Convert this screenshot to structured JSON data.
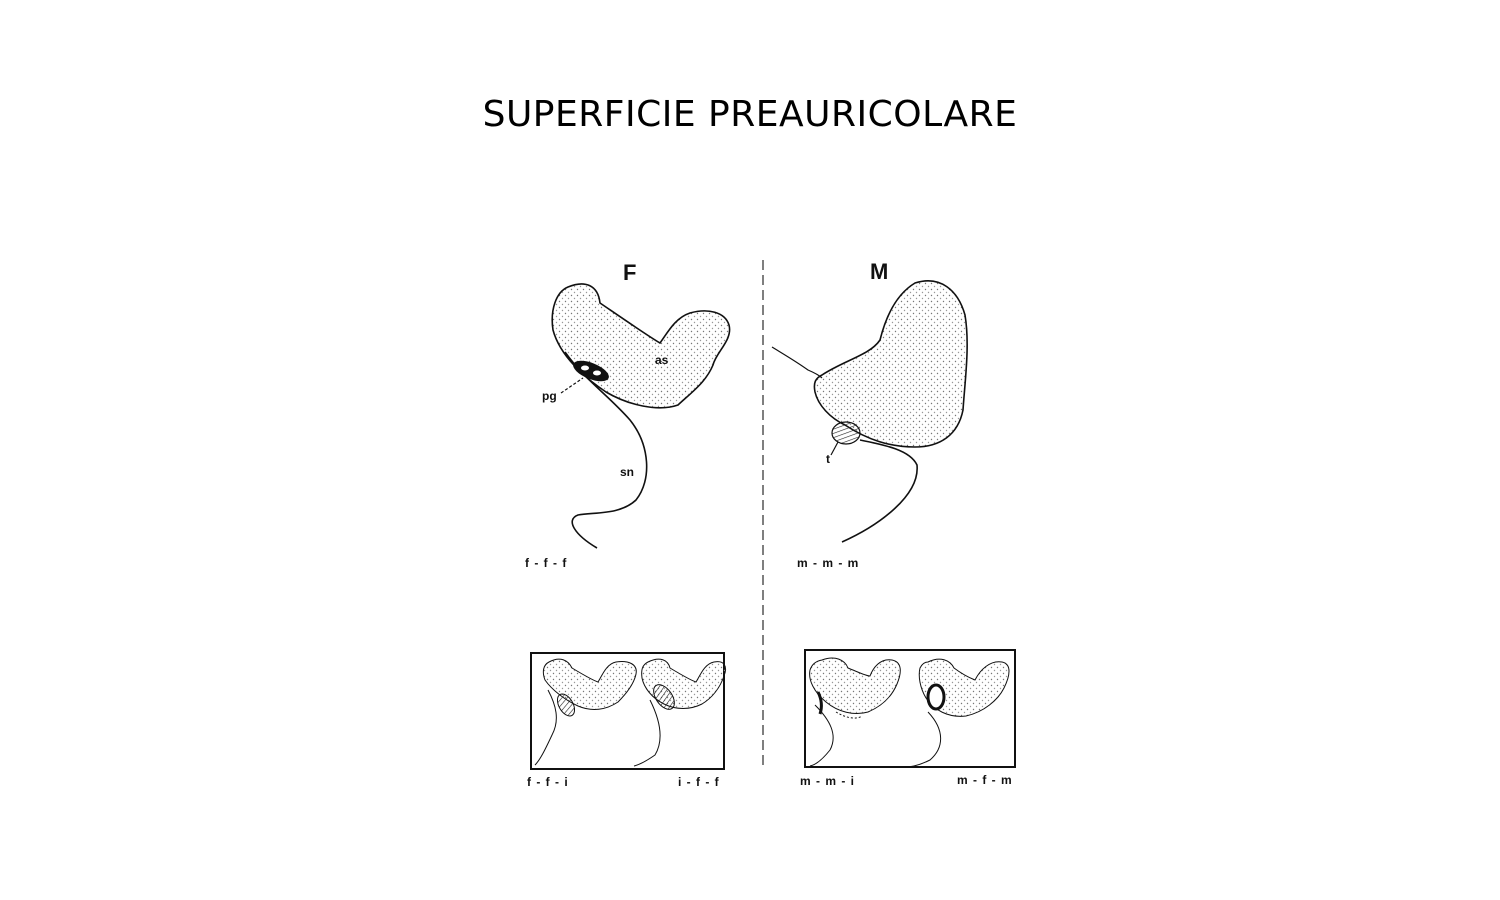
{
  "title": "SUPERFICIE PREAURICOLARE",
  "panels": {
    "female": {
      "heading": "F",
      "code": "f - f - f",
      "labels": {
        "as": "as",
        "pg": "pg",
        "sn": "sn"
      }
    },
    "male": {
      "heading": "M",
      "code": "m - m - m",
      "labels": {
        "t": "t"
      }
    }
  },
  "insets": {
    "female": [
      "f - f - i",
      "i - f - f"
    ],
    "male": [
      "m - m - i",
      "m - f - m"
    ]
  }
}
